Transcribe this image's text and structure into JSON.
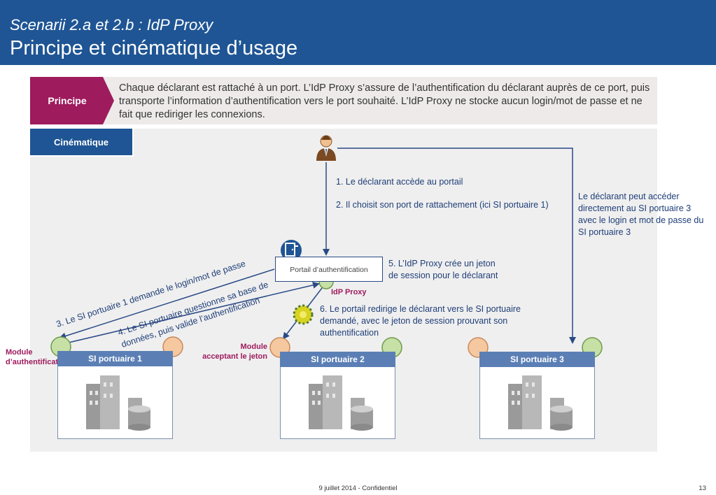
{
  "header": {
    "subtitle": "Scenarii 2.a et 2.b : IdP Proxy",
    "title": "Principe et cinématique d’usage"
  },
  "principe": {
    "label": "Principe",
    "text": "Chaque déclarant est rattaché à un port. L’IdP Proxy s’assure de l’authentification du déclarant auprès de ce port, puis transporte l’information d’authentification vers le port souhaité. L’IdP Proxy ne stocke aucun login/mot de passe et ne fait que rediriger les connexions."
  },
  "cinematique": {
    "label": "Cinématique"
  },
  "steps": {
    "step1": "1.   Le déclarant accède au portail",
    "step2": "2. Il choisit son port de rattachement (ici SI portuaire 1)",
    "step3": "3. Le SI portuaire 1 demande le login/mot de passe",
    "step4_line1": "4. Le SI portuaire questionne sa base de",
    "step4_line2": "données, puis valide l’authentification",
    "step5_line1": "5. L’IdP Proxy crée un jeton",
    "step5_line2": "de session pour le déclarant",
    "step6": "6. Le portail redirige le déclarant vers le SI portuaire demandé, avec le jeton de session prouvant son authentification",
    "direct": "Le déclarant peut accéder directement au SI portuaire 3 avec le login et mot de passe du SI portuaire 3"
  },
  "labels": {
    "portail": "Portail d’authentification",
    "idp_proxy": "IdP Proxy",
    "module_auth_line1": "Module",
    "module_auth_line2": "d’authentification",
    "module_jeton_line1": "Module",
    "module_jeton_line2": "acceptant le jeton"
  },
  "systems": [
    {
      "name": "SI portuaire 1"
    },
    {
      "name": "SI portuaire 2"
    },
    {
      "name": "SI portuaire 3"
    }
  ],
  "footer": {
    "date": "9 juillet 2014 - Confidentiel",
    "page": "13"
  },
  "colors": {
    "header_blue": "#1f5594",
    "accent_magenta": "#9e1b5d",
    "arrow_blue": "#2a4a86",
    "module_green": "#c6e0a6",
    "module_orange": "#f6c8a0"
  }
}
